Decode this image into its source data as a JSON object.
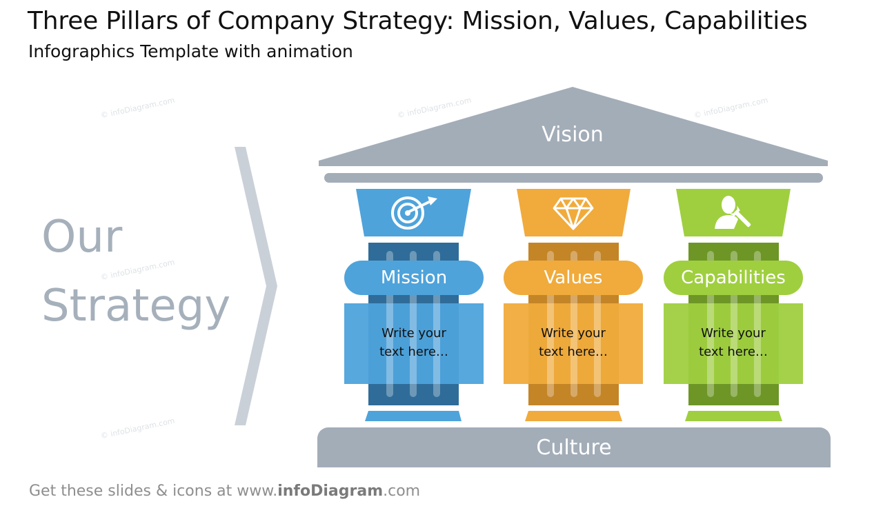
{
  "header": {
    "title": "Three Pillars of Company Strategy: Mission, Values, Capabilities",
    "subtitle": "Infographics Template with animation"
  },
  "side": {
    "line1": "Our",
    "line2": "Strategy"
  },
  "roof": {
    "label": "Vision"
  },
  "base": {
    "label": "Culture"
  },
  "pillars": [
    {
      "label": "Mission",
      "text_line1": "Write your",
      "text_line2": "text here…",
      "icon": "target-icon",
      "color": "#4ea3db",
      "dark": "#2f6c99"
    },
    {
      "label": "Values",
      "text_line1": "Write your",
      "text_line2": "text here…",
      "icon": "diamond-icon",
      "color": "#f0ab3c",
      "dark": "#c48527"
    },
    {
      "label": "Capabilities",
      "text_line1": "Write your",
      "text_line2": "text here…",
      "icon": "person-wrench-icon",
      "color": "#9fcf3f",
      "dark": "#6d9626"
    }
  ],
  "colors": {
    "gray": "#a3adb8",
    "side_text": "#a5b0bb"
  },
  "watermark": "© infoDiagram.com",
  "footer": {
    "prefix": "Get these slides & icons at www.",
    "brand": "infoDiagram",
    "suffix": ".com"
  }
}
